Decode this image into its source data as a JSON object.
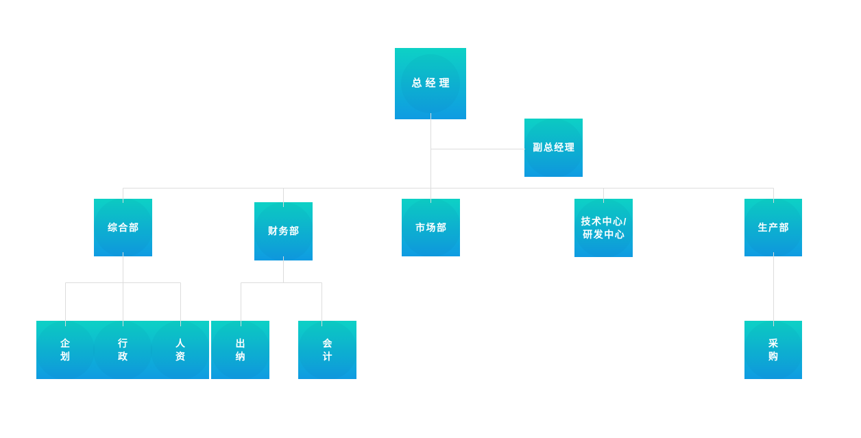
{
  "palette": {
    "background": "#ffffff",
    "box_top": "#0dd1c5",
    "box_bottom": "#0f9be2",
    "connector": "#dcdcdc",
    "label_text": "#ffffff"
  },
  "org_chart": {
    "root": {
      "label": "总经理"
    },
    "deputy": {
      "label": "副总经理"
    },
    "departments": [
      {
        "label": "综合部",
        "children": [
          {
            "label": "企\n划"
          },
          {
            "label": "行\n政"
          },
          {
            "label": "人\n资"
          }
        ]
      },
      {
        "label": "财务部",
        "children": [
          {
            "label": "出\n纳"
          },
          {
            "label": "会\n计"
          }
        ]
      },
      {
        "label": "市场部",
        "children": []
      },
      {
        "label": "技术中心/\n研发中心",
        "children": []
      },
      {
        "label": "生产部",
        "children": [
          {
            "label": "采\n购"
          }
        ]
      }
    ]
  }
}
